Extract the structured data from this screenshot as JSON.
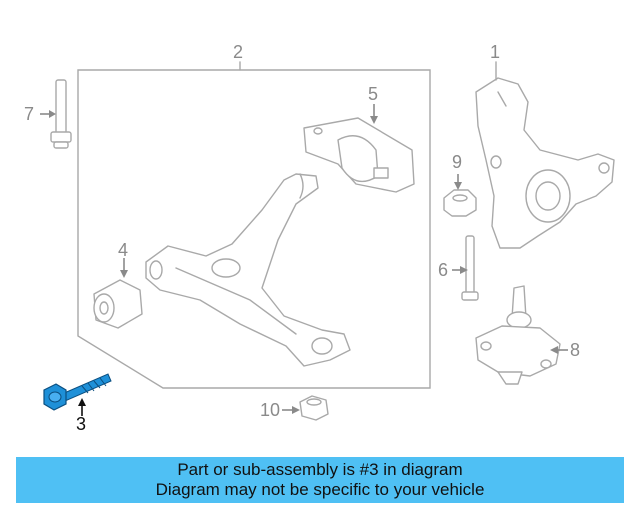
{
  "callouts": {
    "c1": "1",
    "c2": "2",
    "c3": "3",
    "c4": "4",
    "c5": "5",
    "c6": "6",
    "c7": "7",
    "c8": "8",
    "c9": "9",
    "c10": "10"
  },
  "highlight_color": "#1e90d8",
  "banner": {
    "color": "#4fc0f4",
    "line1": "Part or sub-assembly is #3 in diagram",
    "line2": "Diagram may not be specific to your vehicle"
  }
}
